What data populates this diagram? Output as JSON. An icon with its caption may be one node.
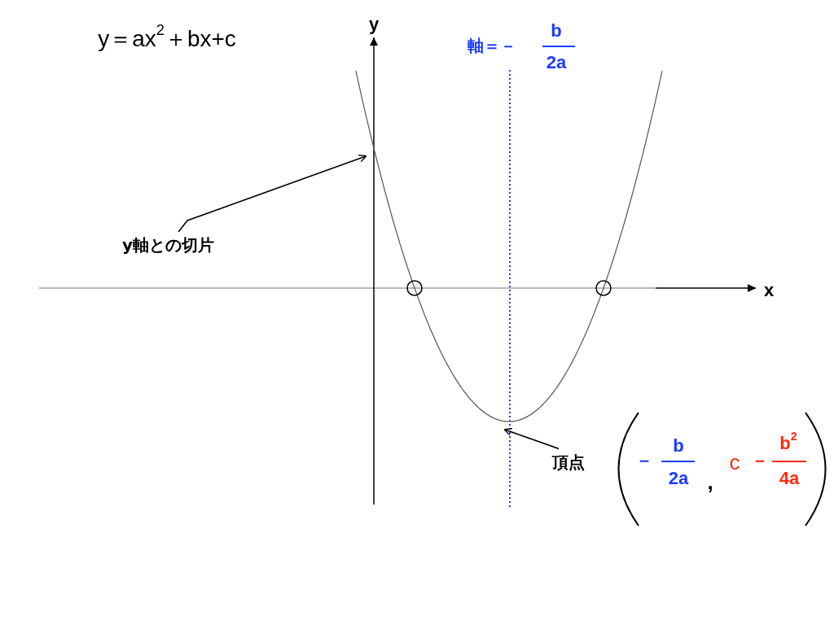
{
  "diagram": {
    "nodes": [
      {
        "text": [
          "y軸との切片"
        ]
      },
      {
        "text": [
          "頂点"
        ]
      }
    ],
    "edges": [
      {
        "from": 0,
        "to": null,
        "arrow": "to"
      },
      {
        "from": 1,
        "to": null,
        "arrow": "to"
      }
    ],
    "labels": [
      "y＝ax$^{2}$＋bx+c",
      "y",
      "軸＝－",
      "b",
      "2a",
      "x",
      "－",
      "b",
      "2a",
      ",",
      "c",
      "－",
      "b$^{2}$",
      "4a"
    ]
  }
}
